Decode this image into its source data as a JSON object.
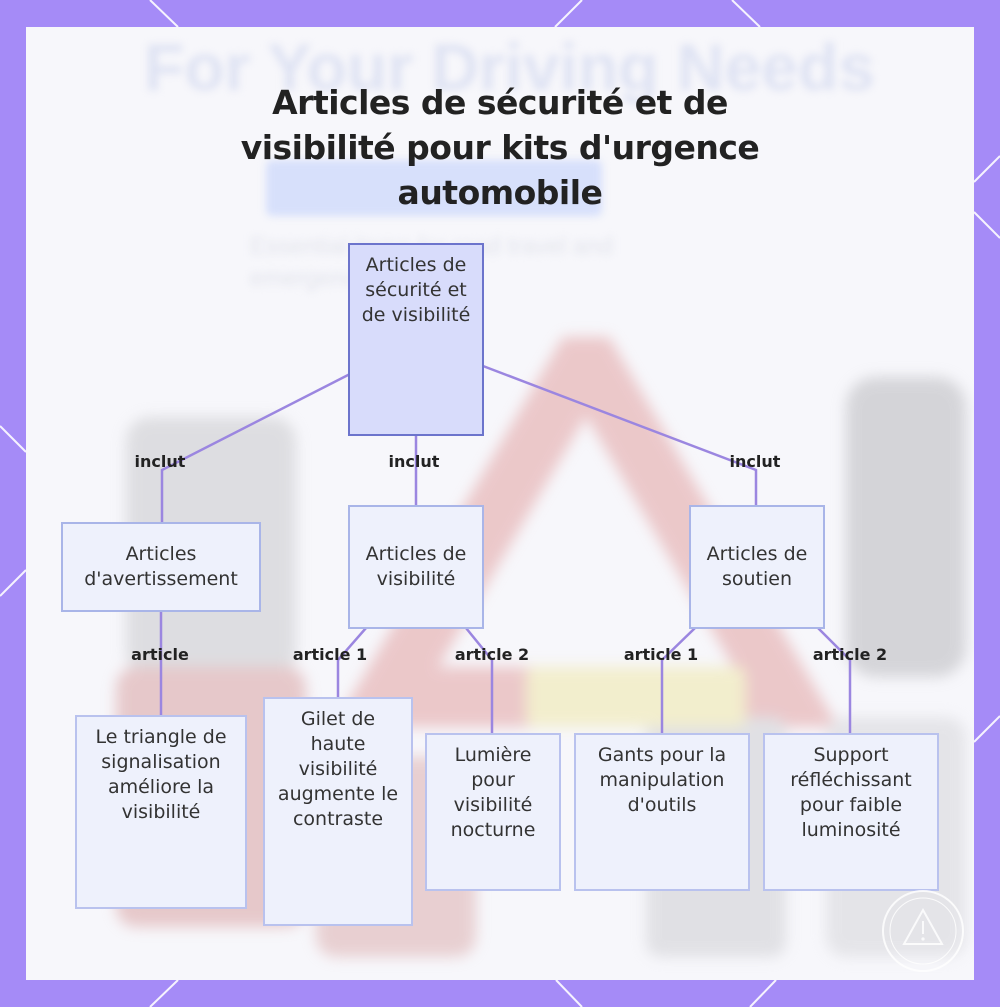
{
  "title": "Articles de sécurité et de visibilité pour kits d'urgence automobile",
  "background_scene": {
    "headline": "For Your Driving Needs",
    "subtext": "Essential items for road travel and emergencies"
  },
  "nodes": {
    "root": "Articles de sécurité et de visibilité",
    "warning": "Articles d'avertissement",
    "visibility": "Articles de visibilité",
    "support": "Articles de soutien",
    "triangle": "Le triangle de signalisation améliore la visibilité",
    "vest": "Gilet de haute visibilité augmente le contraste",
    "light": "Lumière pour visibilité nocturne",
    "gloves": "Gants pour la manipulation d'outils",
    "reflective": "Support réfléchissant pour faible luminosité"
  },
  "edges": {
    "root_warning": "inclut",
    "root_visibility": "inclut",
    "root_support": "inclut",
    "warning_triangle": "article",
    "visibility_vest": "article 1",
    "visibility_light": "article 2",
    "support_gloves": "article 1",
    "support_reflective": "article 2"
  },
  "colors": {
    "frame": "#a58bf7",
    "panel": "#f7f7fb",
    "connector": "#9b86e0",
    "root_fill": "#d8dcfb",
    "root_border": "#6c74cc",
    "node_fill": "#eef1fc",
    "node_border": "#a9b5e8"
  },
  "icons": {
    "watermark": "warning-triangle-seal-icon"
  }
}
